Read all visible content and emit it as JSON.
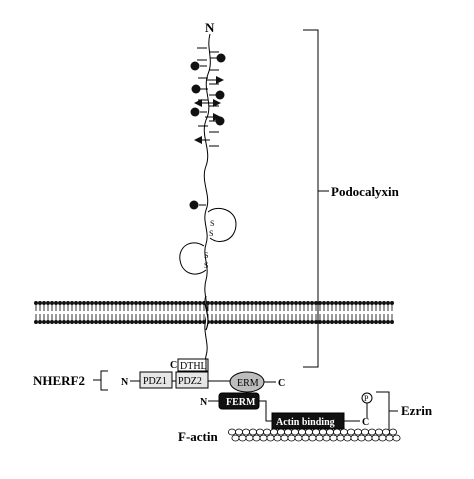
{
  "labels": {
    "podocalyxin": "Podocalyxin",
    "nherf2": "NHERF2",
    "ezrin": "Ezrin",
    "factin": "F-actin"
  },
  "domains": {
    "pdz1": "PDZ1",
    "pdz2": "PDZ2",
    "erm": "ERM",
    "ferm": "FERM",
    "actin_binding": "Actin binding",
    "dthl": "DTHL",
    "phospho": "P"
  },
  "termini": {
    "n": "N",
    "c": "C"
  },
  "disulfide": "S",
  "colors": {
    "ink": "#000000",
    "box_fill": "#e6e6e6",
    "erm_fill": "#bdbdbd",
    "dark_fill": "#111111",
    "membrane_head": "#111111",
    "actin_fill": "#ffffff"
  }
}
